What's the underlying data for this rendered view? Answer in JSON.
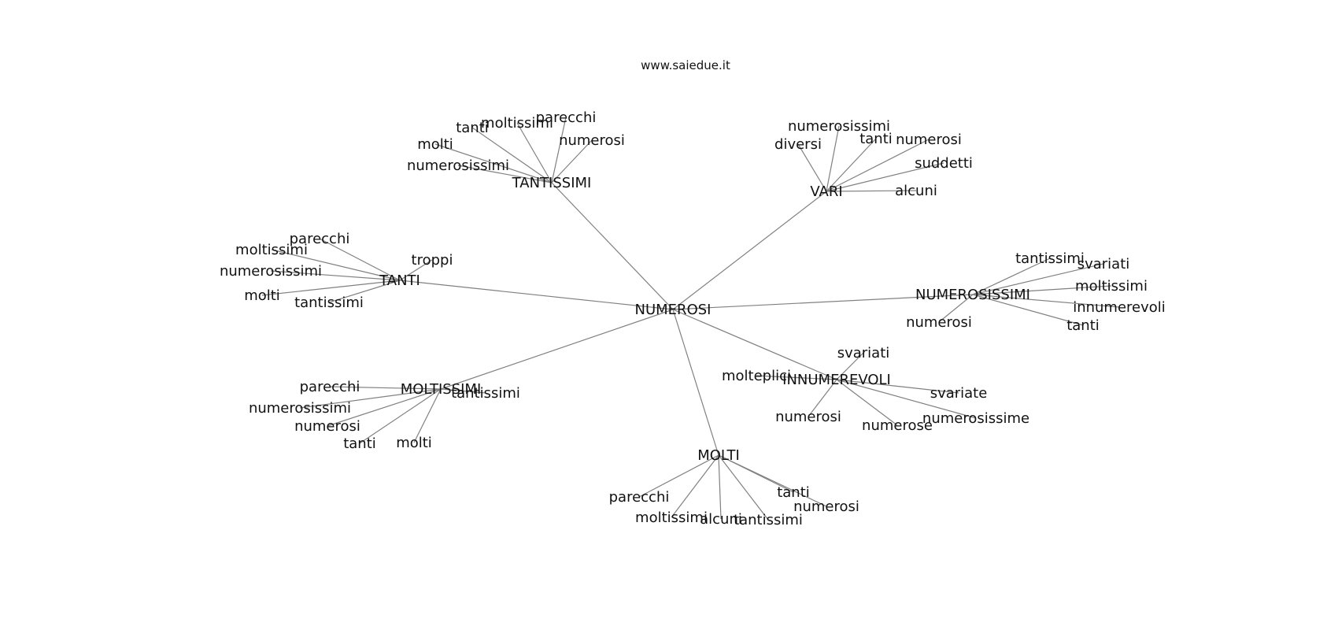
{
  "title": "www.saiedue.it",
  "colors": {
    "edge": "#808080",
    "text": "#111111",
    "background": "#ffffff"
  },
  "graph": {
    "center": "NUMEROSI",
    "hubs": [
      {
        "label": "TANTISSIMI",
        "leaves": [
          "tanti",
          "moltissimi",
          "parecchi",
          "numerosi",
          "molti",
          "numerosissimi"
        ]
      },
      {
        "label": "VARI",
        "leaves": [
          "numerosissimi",
          "diversi",
          "tanti",
          "numerosi",
          "suddetti",
          "alcuni"
        ]
      },
      {
        "label": "TANTI",
        "leaves": [
          "parecchi",
          "moltissimi",
          "troppi",
          "numerosissimi",
          "molti",
          "tantissimi"
        ]
      },
      {
        "label": "NUMEROSISSIMI",
        "leaves": [
          "tantissimi",
          "svariati",
          "moltissimi",
          "innumerevoli",
          "numerosi",
          "tanti"
        ]
      },
      {
        "label": "INNUMEREVOLI",
        "leaves": [
          "svariati",
          "molteplici",
          "svariate",
          "numerosi",
          "numerose",
          "numerosissime"
        ]
      },
      {
        "label": "MOLTISSIMI",
        "leaves": [
          "parecchi",
          "tantissimi",
          "numerosissimi",
          "numerosi",
          "tanti",
          "molti"
        ]
      },
      {
        "label": "MOLTI",
        "leaves": [
          "tanti",
          "numerosi",
          "parecchi",
          "moltissimi",
          "alcuni",
          "tantissimi"
        ]
      }
    ]
  }
}
